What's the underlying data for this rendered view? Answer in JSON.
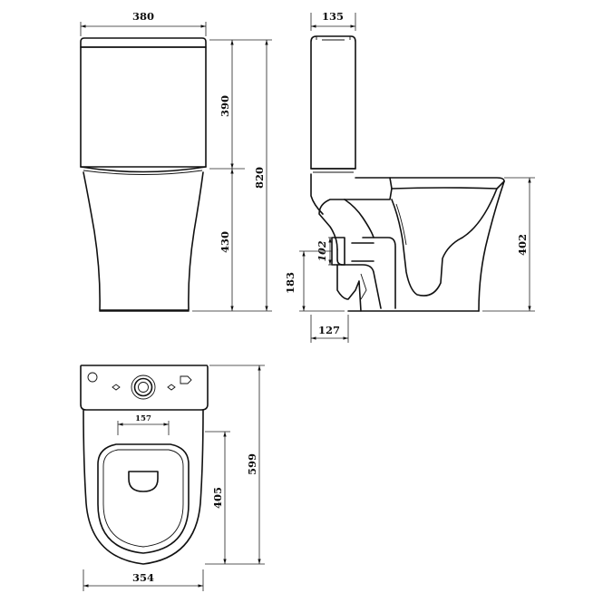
{
  "dimensions": {
    "front_width": "380",
    "side_tank_width": "135",
    "cistern_height": "390",
    "total_height": "820",
    "pan_height": "430",
    "seat_height": "402",
    "outlet_diameter": "102",
    "outlet_height": "183",
    "outlet_setback": "127",
    "fixing_holes": "157",
    "total_depth": "599",
    "bowl_depth": "405",
    "base_width": "354"
  }
}
